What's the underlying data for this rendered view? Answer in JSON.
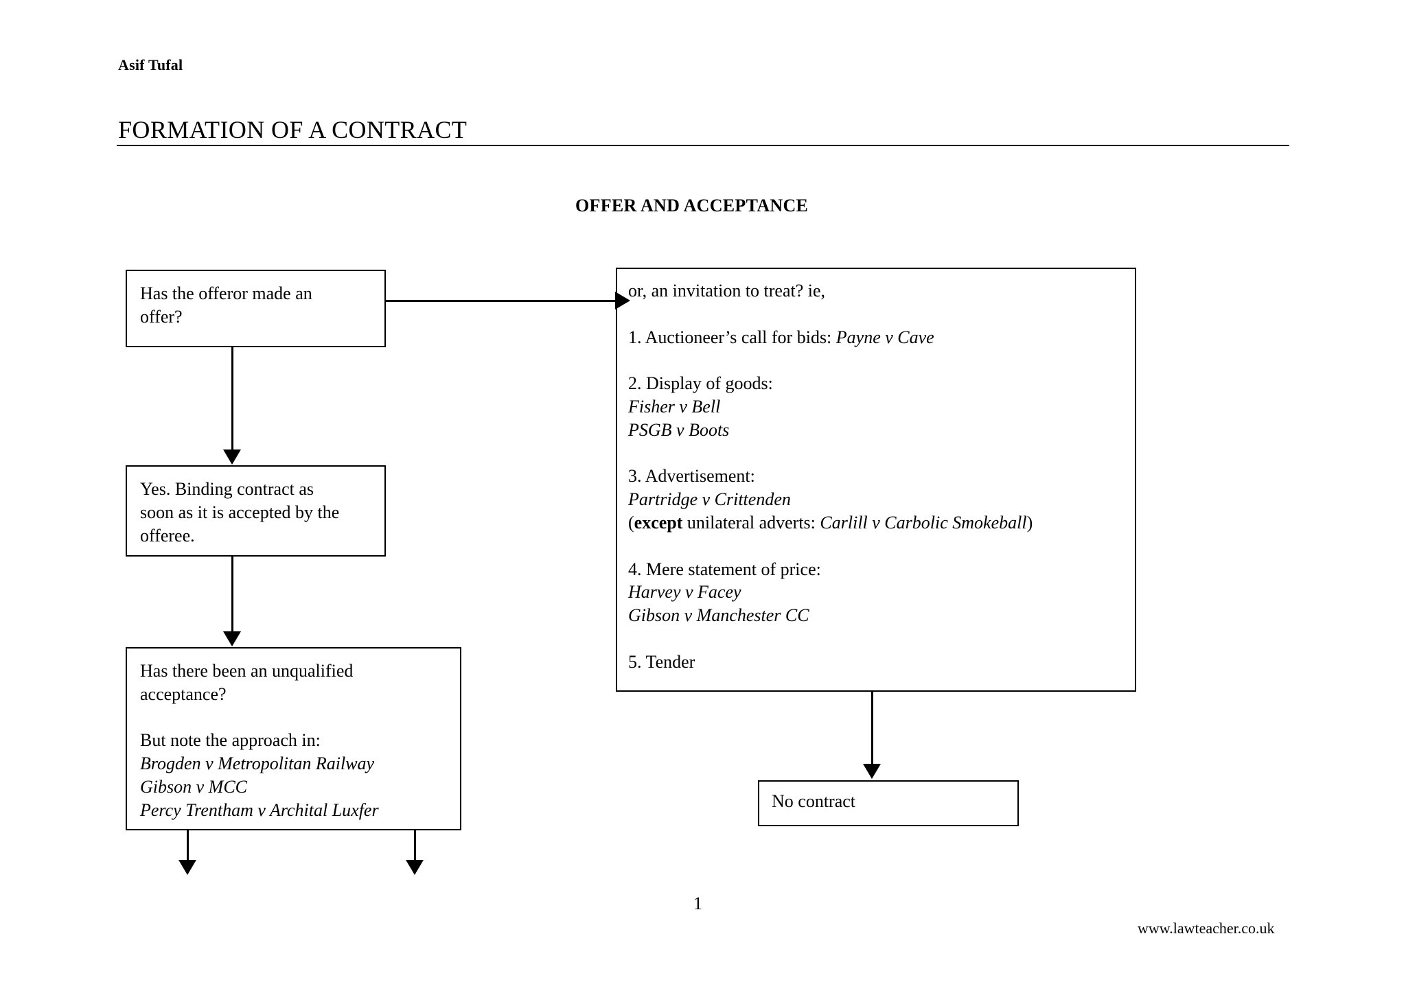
{
  "header": {
    "author": "Asif Tufal",
    "title": "FORMATION OF A CONTRACT",
    "subtitle": "OFFER AND ACCEPTANCE"
  },
  "flowchart": {
    "boxes": {
      "offer": {
        "line1": "Has the offeror made an",
        "line2": "offer?"
      },
      "binding": {
        "line1": "Yes.  Binding contract as",
        "line2": "soon as it is accepted by the",
        "line3": "offeree."
      },
      "acceptance": {
        "line1": "Has there been an unqualified",
        "line2": "acceptance?",
        "line3": "But note the approach in:",
        "case1": "Brogden v Metropolitan Railway",
        "case2": "Gibson v MCC",
        "case3": "Percy Trentham v Archital Luxfer"
      },
      "invitation": {
        "intro": "or, an invitation to treat? ie,",
        "item1_label": "1. Auctioneer’s call for bids: ",
        "item1_case": "Payne v Cave",
        "item2_label": "2. Display of goods:",
        "item2_case1": "Fisher v Bell",
        "item2_case2": "PSGB v Boots",
        "item3_label": "3. Advertisement:",
        "item3_case1": "Partridge v Crittenden",
        "item3_except_open": "(",
        "item3_except_bold": "except",
        "item3_except_text": " unilateral adverts: ",
        "item3_except_case": "Carlill v Carbolic Smokeball",
        "item3_except_close": ")",
        "item4_label": "4. Mere statement of price:",
        "item4_case1": "Harvey v Facey",
        "item4_case2": "Gibson v Manchester CC",
        "item5_label": "5. Tender"
      },
      "nocontract": {
        "label": "No contract"
      }
    }
  },
  "footer": {
    "page_number": "1",
    "url": "www.lawteacher.co.uk"
  },
  "colors": {
    "ink": "#000000",
    "paper": "#ffffff"
  }
}
